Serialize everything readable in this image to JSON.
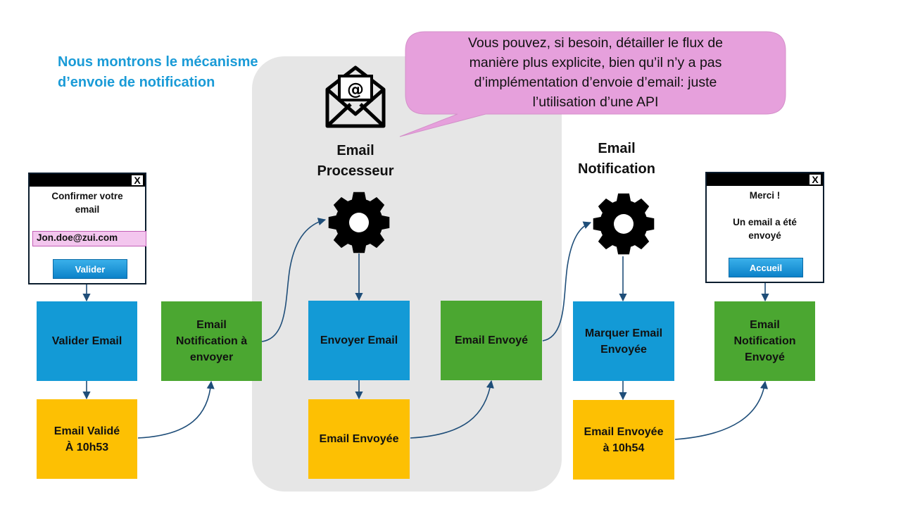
{
  "intro": {
    "line1": "Nous montrons le mécanisme",
    "line2": "d’envoie de notification"
  },
  "callout": {
    "lines": [
      "Vous pouvez, si besoin, détailler le flux de",
      "manière plus explicite, bien qu’il n’y a pas",
      "d’implémentation d’envoie d’email: juste",
      "l’utilisation d’une API"
    ],
    "color": "#e6a0dc"
  },
  "processor": {
    "title_line1": "Email",
    "title_line2": "Processeur",
    "icon": "email-envelope-icon"
  },
  "notification": {
    "title_line1": "Email",
    "title_line2": "Notification",
    "icon": "gear-icon"
  },
  "confirm_window": {
    "close_label": "X",
    "heading_line1": "Confirmer votre",
    "heading_line2": "email",
    "email_value": "Jon.doe@zui.com",
    "button_label": "Valider"
  },
  "thanks_window": {
    "close_label": "X",
    "line1": "Merci !",
    "line2": "Un email a été",
    "line3": "envoyé",
    "button_label": "Accueil"
  },
  "boxes": {
    "valider_email": "Valider Email",
    "email_valide_line1": "Email Validé",
    "email_valide_line2": "À 10h53",
    "notif_a_envoyer_line1": "Email",
    "notif_a_envoyer_line2": "Notification à",
    "notif_a_envoyer_line3": "envoyer",
    "envoyer_email": "Envoyer Email",
    "email_envoyee": "Email Envoyée",
    "email_envoye": "Email Envoyé",
    "marquer_line1": "Marquer Email",
    "marquer_line2": "Envoyée",
    "envoyee_10h54_line1": "Email Envoyée",
    "envoyee_10h54_line2": "à 10h54",
    "notif_envoye_line1": "Email",
    "notif_envoye_line2": "Notification",
    "notif_envoye_line3": "Envoyé"
  },
  "colors": {
    "command": "#139ad6",
    "event": "#fdc003",
    "policy": "#4ba731",
    "arrow": "#1f4e79",
    "processor_zone": "#e6e6e6",
    "intro_text": "#1a9bd7"
  }
}
